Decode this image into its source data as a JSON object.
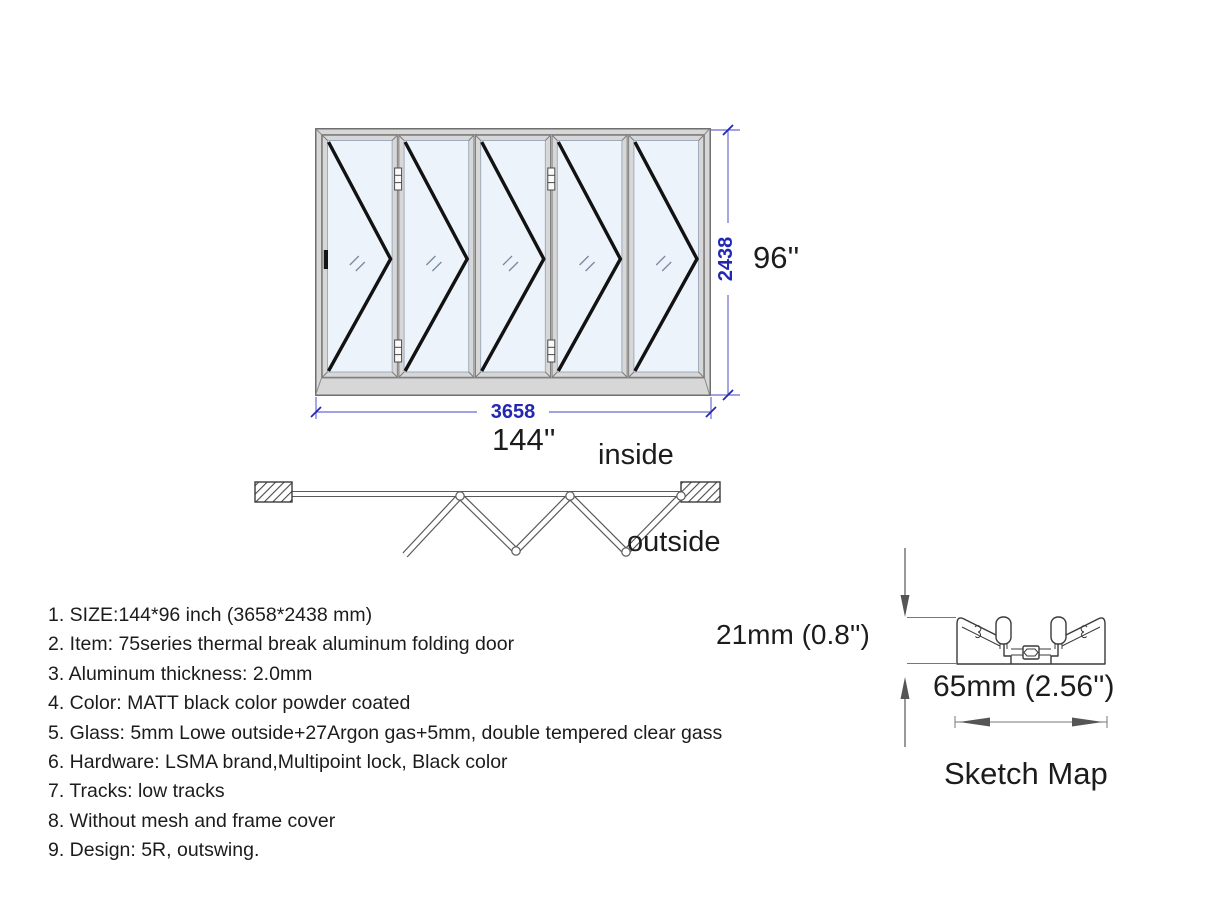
{
  "drawing_title": "Sketch Map",
  "front_view": {
    "panel_count": 5,
    "hinge_mullions": [
      1,
      3
    ],
    "width_mm": "3658",
    "height_mm": "2438",
    "width_inch": "144''",
    "height_inch": "96''"
  },
  "plan_view": {
    "inside_label": "inside",
    "outside_label": "outside"
  },
  "sketch": {
    "height_label": "21mm (0.8'')",
    "width_label": "65mm (2.56'')",
    "title": "Sketch Map"
  },
  "specs": {
    "items": [
      "1. SIZE:144*96 inch (3658*2438 mm)",
      "2. Item: 75series thermal break aluminum folding door",
      "3. Aluminum thickness: 2.0mm",
      "4. Color: MATT black color powder coated",
      "5. Glass: 5mm Lowe outside+27Argon gas+5mm, double tempered clear gass",
      "6. Hardware: LSMA brand,Multipoint lock, Black color",
      "7. Tracks: low tracks",
      "8. Without mesh and frame cover",
      "9. Design: 5R, outswing."
    ]
  },
  "colors": {
    "dimension_blue": "#2328b4",
    "dimension_line": "#6b6bd0",
    "frame_fill": "#d7d7d7",
    "frame_stroke": "#6f6f6f",
    "sash_stroke": "#7c7c7c",
    "glass_fill": "#edf3fa",
    "glass_stroke": "#9aa7b8",
    "chevron": "#121212",
    "plan_stroke": "#5a5a5a",
    "sketch_stroke": "#3a3a3a"
  }
}
